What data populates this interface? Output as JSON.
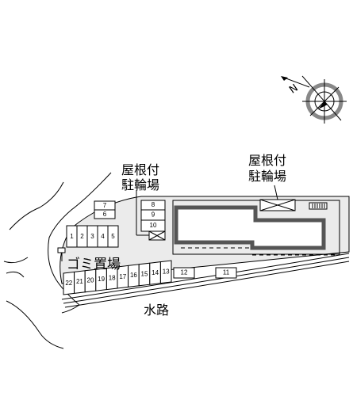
{
  "labels": {
    "bike_shelter_left_line1": "屋根付",
    "bike_shelter_left_line2": "駐輪場",
    "bike_shelter_right_line1": "屋根付",
    "bike_shelter_right_line2": "駐輪場",
    "garbage": "ゴミ置場",
    "waterway": "水路"
  },
  "parking": {
    "group_a": [
      "7",
      "6"
    ],
    "group_b": [
      "1",
      "2",
      "3",
      "4",
      "5"
    ],
    "group_c": [
      "8",
      "9",
      "10"
    ],
    "row_bottom": [
      "22",
      "21",
      "20",
      "19",
      "18",
      "17",
      "16",
      "15",
      "14",
      "13"
    ],
    "single_12": "12",
    "single_11": "11"
  },
  "compass": {
    "north_letter": "N"
  },
  "colors": {
    "ground": "#ebebeb",
    "building_border": "#555555",
    "compass_ring": "#888888",
    "line": "#000000"
  }
}
